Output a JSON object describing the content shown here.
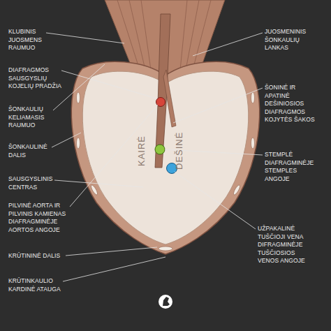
{
  "diagram": {
    "labels": [
      "KLUBINIS JUOSMENS RAUMUO",
      "DIAFRAGMOS SAUSGYSLIŲ KOJELIŲ PRADŽIA",
      "ŠONKAULIŲ KELIAMASIS RAUMUO",
      "ŠONKAULINĖ DALIS",
      "SAUSGYSLINIS CENTRAS",
      "PILVINĖ AORTA IR PILVINIS KAMIENAS DIAFRAGMINĖJE AORTOS ANGOJE",
      "KRŪTININĖ DALIS",
      "KRŪTINKAULIO KARDINĖ ATAUGA",
      "JUOSMENINIS ŠONKAULIŲ LANKAS",
      "ŠONINĖ IR APATINĖ DEŠINIOSIOS DIAFRAGMOS KOJYTĖS ŠAKOS",
      "STEMPLĖ DIAFRAGMINĖJE STEMPLES ANGOJE",
      "UŽPAKALINĖ TUŠČIOJI VENA DIFRAGMINĖJE TUŠČIOSIOS VENOS ANGOJE",
      "KAIRĖ",
      "DEŠINĖ"
    ]
  }
}
